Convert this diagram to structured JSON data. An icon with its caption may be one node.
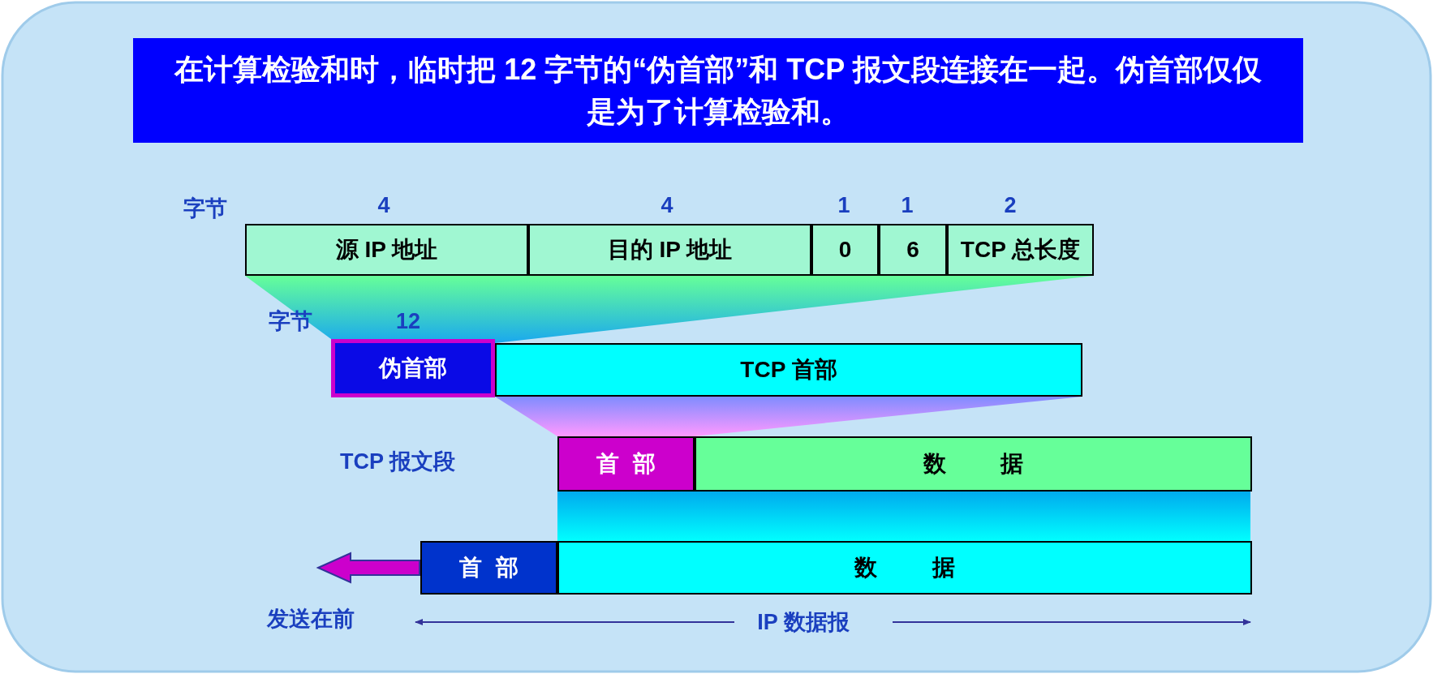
{
  "diagram": {
    "nodes": [
      {
        "text": [
          "在计算检验和时，临时把 12 字节的“伪首部”和 TCP 报文段连接在一起。伪首部仅仅是为了计算检验和。"
        ]
      },
      {
        "text": [
          "源 IP 地址"
        ]
      },
      {
        "text": [
          "目的 IP 地址"
        ]
      },
      {
        "text": [
          "0"
        ]
      },
      {
        "text": [
          "6"
        ]
      },
      {
        "text": [
          "TCP 总长度"
        ]
      },
      {
        "text": [
          "伪首部"
        ]
      },
      {
        "text": [
          "TCP 首部"
        ]
      },
      {
        "text": [
          "首 部"
        ]
      },
      {
        "text": [
          "数 据"
        ]
      },
      {
        "text": [
          "首 部"
        ]
      },
      {
        "text": [
          "数 据"
        ]
      }
    ],
    "labels": [
      "字节",
      "4",
      "4",
      "1",
      "1",
      "2",
      "字节",
      "12",
      "TCP 报文段",
      "发送在前",
      "IP 数据报"
    ]
  }
}
